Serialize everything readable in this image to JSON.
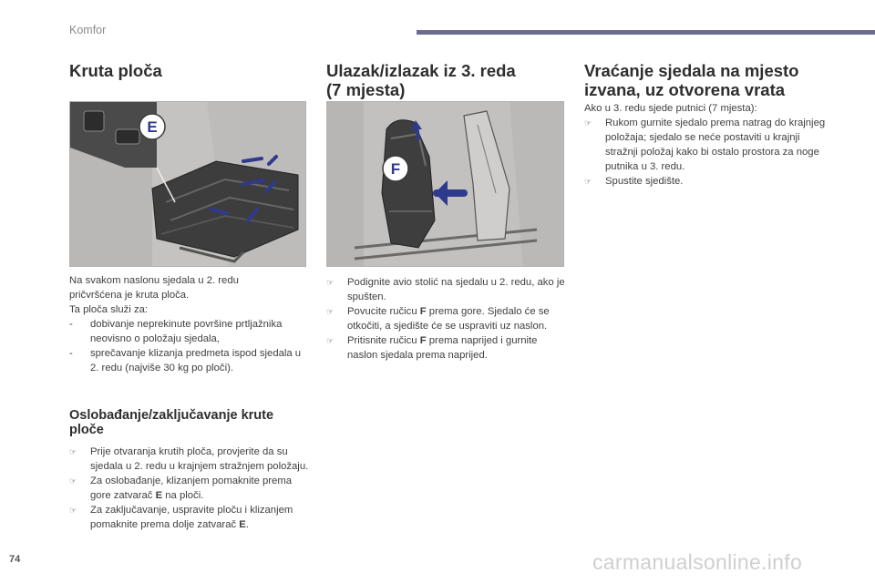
{
  "header": {
    "section": "Komfor"
  },
  "col1": {
    "title": "Kruta ploča",
    "figure_label": "E",
    "intro": [
      "Na svakom naslonu sjedala u 2. redu",
      "pričvršćena je kruta ploča.",
      "Ta ploča služi za:"
    ],
    "uses": [
      "dobivanje neprekinute površine prtljažnika neovisno o položaju sjedala,",
      "sprečavanje klizanja predmeta ispod sjedala u 2. redu (najviše 30 kg po ploči)."
    ],
    "subtitle": "Oslobađanje/zaključavanje krute ploče",
    "steps": [
      {
        "text": "Prije otvaranja krutih ploča, provjerite da su sjedala u 2. redu u krajnjem stražnjem položaju."
      },
      {
        "before": "Za oslobađanje, klizanjem pomaknite prema gore zatvarač ",
        "bold": "E",
        "after": " na ploči."
      },
      {
        "before": "Za zaključavanje, uspravite ploču i klizanjem pomaknite prema dolje zatvarač ",
        "bold": "E",
        "after": "."
      }
    ]
  },
  "col2": {
    "title_line1": "Ulazak/izlazak iz 3. reda",
    "title_line2": "(7 mjesta)",
    "figure_label": "F",
    "steps": [
      {
        "text": "Podignite avio stolić na sjedalu u 2. redu, ako je spušten."
      },
      {
        "before": "Povucite ručicu ",
        "bold": "F",
        "after": " prema gore. Sjedalo će se otkočiti, a sjedište će se uspraviti uz naslon."
      },
      {
        "before": "Pritisnite ručicu ",
        "bold": "F",
        "after": " prema naprijed i gurnite naslon sjedala prema naprijed."
      }
    ]
  },
  "col3": {
    "title_line1": "Vraćanje sjedala na mjesto",
    "title_line2": "izvana, uz otvorena vrata",
    "intro": "Ako u 3. redu sjede putnici (7 mjesta):",
    "steps": [
      {
        "text": "Rukom gurnite sjedalo prema natrag do krajnjeg položaja; sjedalo se neće postaviti u krajnji stražnji položaj kako bi ostalo prostora za noge putnika u 3. redu."
      },
      {
        "text": "Spustite sjedište."
      }
    ]
  },
  "footer": {
    "page_number": "74",
    "watermark": "carmanualsonline.info"
  }
}
